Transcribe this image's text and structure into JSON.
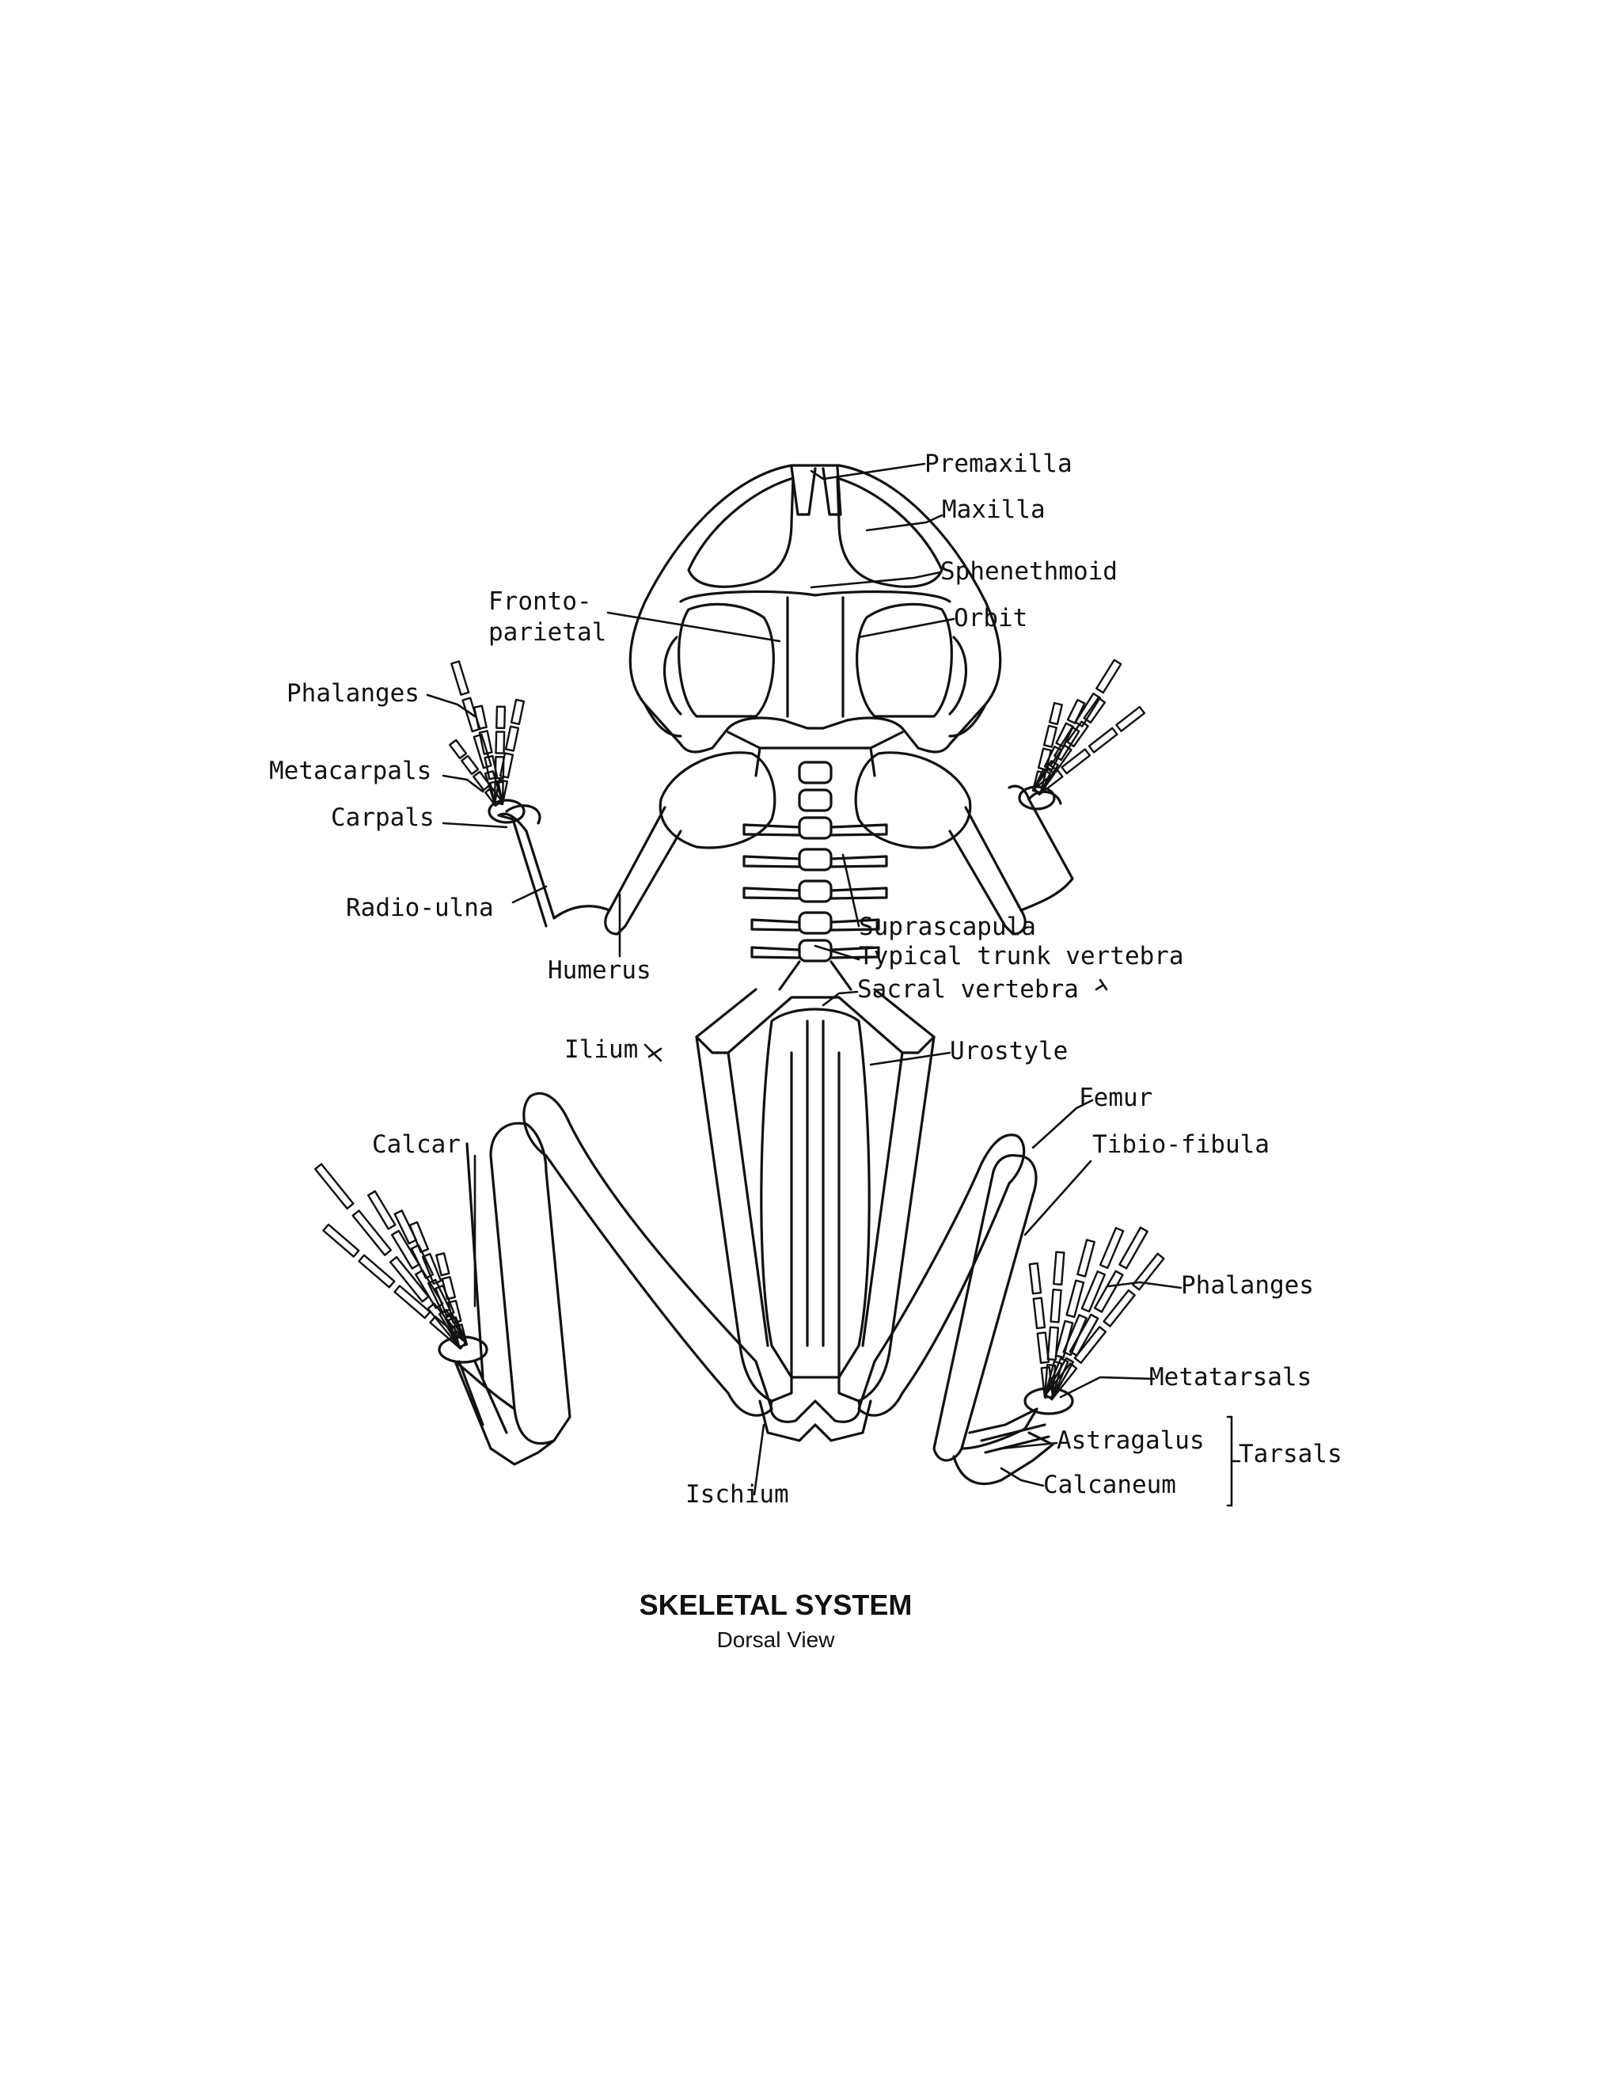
{
  "title": "SKELETAL SYSTEM",
  "subtitle": "Dorsal View",
  "labels": {
    "premaxilla": "Premaxilla",
    "maxilla": "Maxilla",
    "sphenethmoid": "Sphenethmoid",
    "fronto1": "Fronto-",
    "fronto2": "parietal",
    "orbit": "Orbit",
    "phalanges_hand": "Phalanges",
    "metacarpals": "Metacarpals",
    "carpals": "Carpals",
    "radio_ulna": "Radio-ulna",
    "humerus": "Humerus",
    "suprascapula": "Suprascapula",
    "typical_trunk_vertebra": "Typical trunk vertebra",
    "sacral_vertebra": "Sacral vertebra",
    "ilium": "Ilium",
    "urostyle": "Urostyle",
    "femur": "Femur",
    "tibio_fibula": "Tibio-fibula",
    "calcar": "Calcar",
    "phalanges_foot": "Phalanges",
    "metatarsals": "Metatarsals",
    "astragalus": "Astragalus",
    "tarsals": "Tarsals",
    "calcaneum": "Calcaneum",
    "ischium": "Ischium"
  }
}
